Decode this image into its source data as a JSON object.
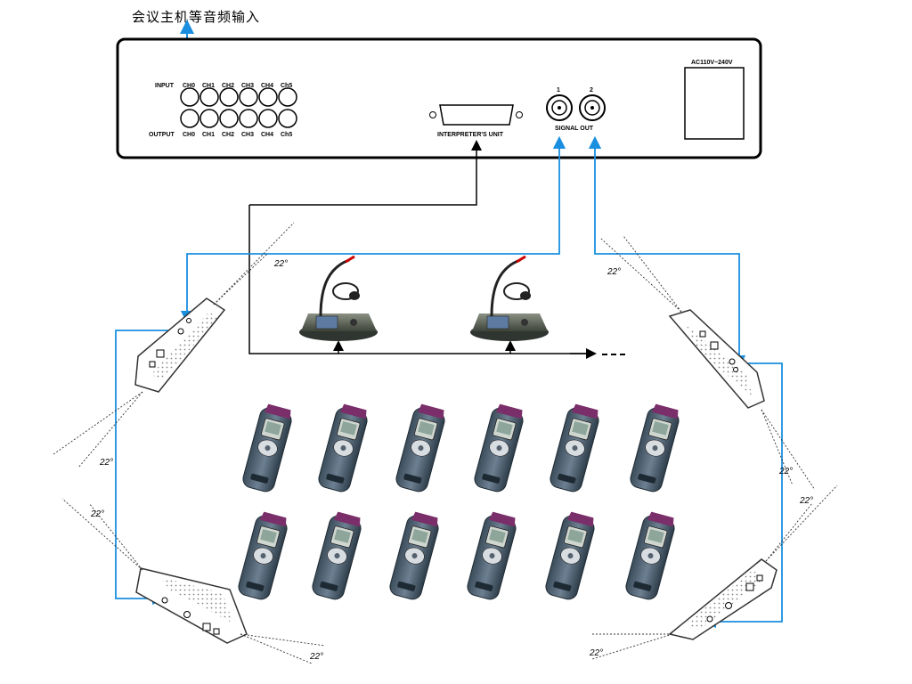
{
  "title": "会议主机等音频输入",
  "host": {
    "input_label": "INPUT",
    "output_label": "OUTPUT",
    "input_channels": [
      "CH0",
      "CH1",
      "CH2",
      "CH3",
      "CH4",
      "Ch5"
    ],
    "output_channels": [
      "CH0",
      "CH1",
      "CH2",
      "CH3",
      "CH4",
      "Ch5"
    ],
    "interpreter_label": "INTERPRETER'S UNIT",
    "signal_out_label": "SIGNAL OUT",
    "port1": "1",
    "port2": "2",
    "power_label": "AC110V~240V"
  },
  "angle_label": "22°",
  "colors": {
    "signal_line": "#1a8fe0",
    "control_line": "#000000"
  }
}
